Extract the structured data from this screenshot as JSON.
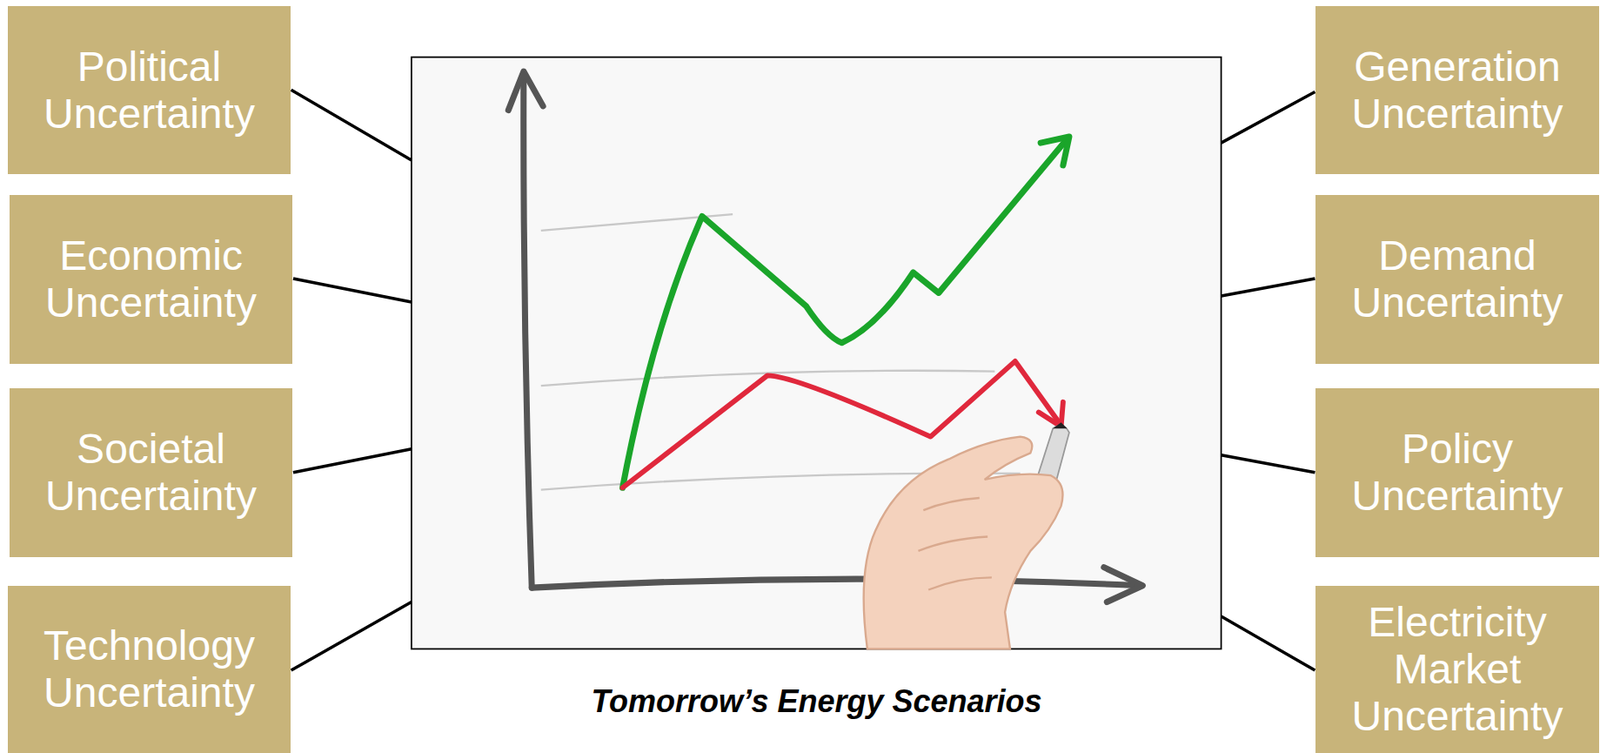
{
  "diagram": {
    "caption": "Tomorrow’s Energy Scenarios",
    "nodes": [
      {
        "text": [
          "Political Uncertainty"
        ]
      },
      {
        "text": [
          "Economic Uncertainty"
        ]
      },
      {
        "text": [
          "Societal Uncertainty"
        ]
      },
      {
        "text": [
          "Technology Uncertainty"
        ]
      },
      {
        "text": [
          "Generation Uncertainty"
        ]
      },
      {
        "text": [
          "Demand Uncertainty"
        ]
      },
      {
        "text": [
          "Policy Uncertainty"
        ]
      },
      {
        "text": [
          "Electricity Market Uncertainty"
        ]
      }
    ]
  }
}
